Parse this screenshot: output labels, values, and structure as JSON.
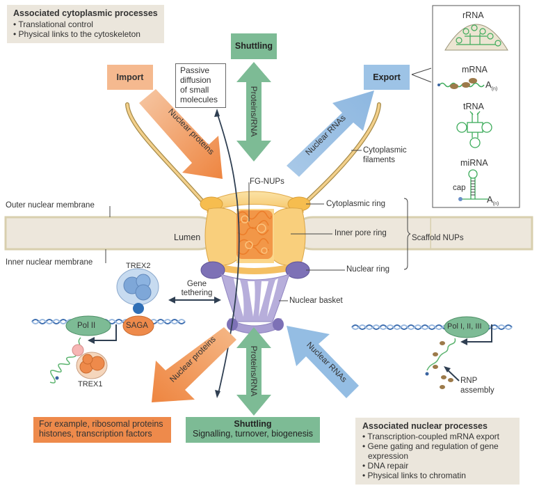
{
  "cytoplasmic_processes": {
    "title": "Associated cytoplasmic processes",
    "items": [
      "Translational control",
      "Physical links to the cytoskeleton"
    ]
  },
  "nuclear_processes": {
    "title": "Associated nuclear processes",
    "items": [
      "Transcription-coupled mRNA export",
      "Gene gating and regulation of gene",
      "expression",
      "DNA repair",
      "Physical links to chromatin"
    ]
  },
  "top": {
    "import_label": "Import",
    "shuttling_label": "Shuttling",
    "export_label": "Export",
    "passive_diffusion": [
      "Passive",
      "diffusion",
      "of small",
      "molecules"
    ],
    "arrow_import": "Nuclear proteins",
    "arrow_shuttle": "Proteins/RNA",
    "arrow_export": "Nuclear RNAs"
  },
  "rna_panel": {
    "rrna": "rRNA",
    "mrna": "mRNA",
    "trna": "tRNA",
    "mirna": "miRNA",
    "cap": "cap",
    "polya": "A",
    "polya_sub": "(n)"
  },
  "pore_labels": {
    "cytoplasmic_filaments": [
      "Cytoplasmic",
      "filaments"
    ],
    "fg_nups": "FG-NUPs",
    "cytoplasmic_ring": "Cytoplasmic ring",
    "inner_pore_ring": "Inner pore ring",
    "nuclear_ring": "Nuclear ring",
    "scaffold_nups": "Scaffold NUPs",
    "nuclear_basket": "Nuclear basket",
    "outer_membrane": "Outer nuclear membrane",
    "inner_membrane": "Inner nuclear membrane",
    "lumen": "Lumen"
  },
  "nucleus_left": {
    "trex2": "TREX2",
    "saga": "SAGA",
    "pol2": "Pol II",
    "trex1": "TREX1",
    "gene_tethering": [
      "Gene",
      "tethering"
    ]
  },
  "nucleus_right": {
    "pol": "Pol I, II, III",
    "rnp": [
      "RNP",
      "assembly"
    ]
  },
  "bottom": {
    "arrow_import": "Nuclear proteins",
    "arrow_shuttle": "Proteins/RNA",
    "arrow_export": "Nuclear RNAs",
    "import_examples": [
      "For example, ribosomal proteins",
      "histones, transcription factors"
    ],
    "shuttling_title": "Shuttling",
    "shuttling_sub": "Signalling, turnover, biogenesis"
  },
  "colors": {
    "import": "#f0a273",
    "import_dark": "#ee8a4b",
    "shuttle": "#7dbb95",
    "export": "#9dc3e6",
    "beige": "#ebe6dc",
    "pore": "#f7c978",
    "basket": "#8f84c0"
  }
}
